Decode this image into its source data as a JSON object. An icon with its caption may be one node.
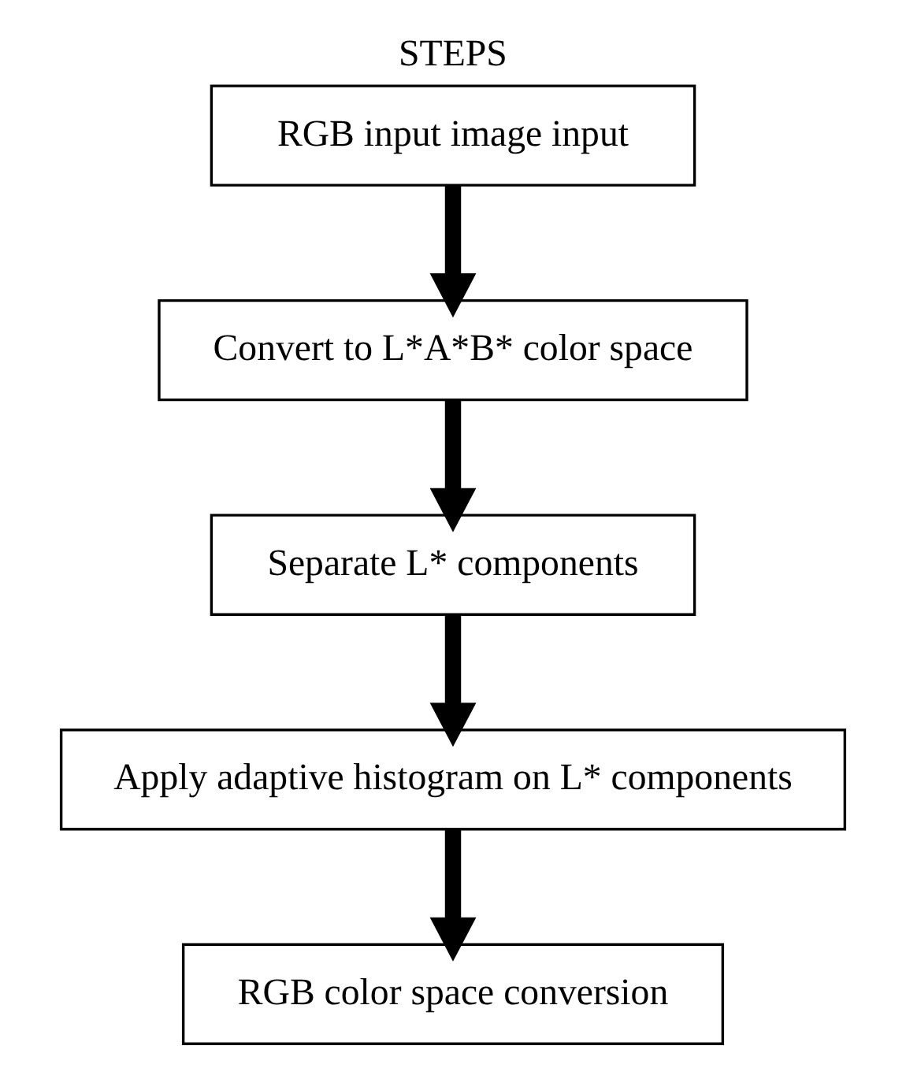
{
  "diagram": {
    "title": "STEPS",
    "nodes": [
      {
        "text": [
          "RGB input image input"
        ]
      },
      {
        "text": [
          "Convert to L*A*B* color space"
        ]
      },
      {
        "text": [
          "Separate L* components"
        ]
      },
      {
        "text": [
          "Apply adaptive histogram on L* components"
        ]
      },
      {
        "text": [
          "RGB color space conversion"
        ]
      }
    ],
    "edges": [
      {
        "from": 0,
        "to": 1,
        "arrow": "to"
      },
      {
        "from": 1,
        "to": 2,
        "arrow": "to"
      },
      {
        "from": 2,
        "to": 3,
        "arrow": "to"
      },
      {
        "from": 3,
        "to": 4,
        "arrow": "to"
      }
    ]
  }
}
